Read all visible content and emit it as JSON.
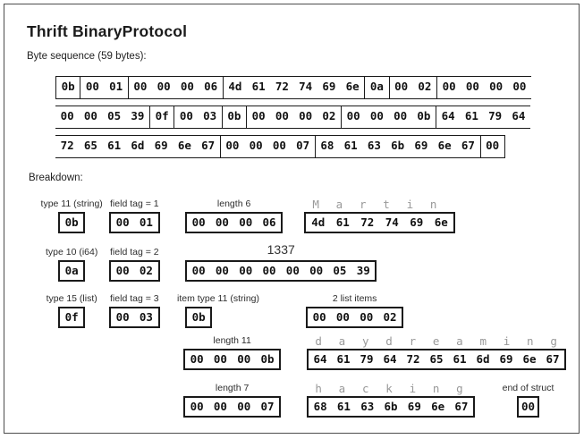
{
  "title": "Thrift BinaryProtocol",
  "byte_sequence": {
    "label": "Byte sequence (59 bytes):",
    "rows": [
      {
        "segments": [
          {
            "bytes": [
              "0b"
            ]
          },
          {
            "bytes": [
              "00",
              "01"
            ]
          },
          {
            "bytes": [
              "00",
              "00",
              "00",
              "06"
            ]
          },
          {
            "bytes": [
              "4d",
              "61",
              "72",
              "74",
              "69",
              "6e"
            ]
          },
          {
            "bytes": [
              "0a"
            ]
          },
          {
            "bytes": [
              "00",
              "02"
            ]
          },
          {
            "bytes": [
              "00",
              "00",
              "00",
              "00"
            ],
            "open_right": true
          }
        ]
      },
      {
        "segments": [
          {
            "bytes": [
              "00",
              "00",
              "05",
              "39"
            ],
            "open_left": true
          },
          {
            "bytes": [
              "0f"
            ]
          },
          {
            "bytes": [
              "00",
              "03"
            ]
          },
          {
            "bytes": [
              "0b"
            ]
          },
          {
            "bytes": [
              "00",
              "00",
              "00",
              "02"
            ]
          },
          {
            "bytes": [
              "00",
              "00",
              "00",
              "0b"
            ]
          },
          {
            "bytes": [
              "64",
              "61",
              "79",
              "64"
            ],
            "open_right": true
          }
        ]
      },
      {
        "segments": [
          {
            "bytes": [
              "72",
              "65",
              "61",
              "6d",
              "69",
              "6e",
              "67"
            ],
            "open_left": true
          },
          {
            "bytes": [
              "00",
              "00",
              "00",
              "07"
            ]
          },
          {
            "bytes": [
              "68",
              "61",
              "63",
              "6b",
              "69",
              "6e",
              "67"
            ]
          },
          {
            "bytes": [
              "00"
            ]
          }
        ]
      }
    ]
  },
  "breakdown": {
    "label": "Breakdown:",
    "groups": [
      {
        "id": "type-string",
        "label": "type 11 (string)",
        "bytes": [
          "0b"
        ]
      },
      {
        "id": "field-tag-1",
        "label": "field tag = 1",
        "bytes": [
          "00",
          "01"
        ]
      },
      {
        "id": "length-6",
        "label": "length 6",
        "bytes": [
          "00",
          "00",
          "00",
          "06"
        ]
      },
      {
        "id": "martin",
        "ascii": [
          "M",
          "a",
          "r",
          "t",
          "i",
          "n"
        ],
        "bytes": [
          "4d",
          "61",
          "72",
          "74",
          "69",
          "6e"
        ]
      },
      {
        "id": "type-i64",
        "label": "type 10 (i64)",
        "bytes": [
          "0a"
        ]
      },
      {
        "id": "field-tag-2",
        "label": "field tag = 2",
        "bytes": [
          "00",
          "02"
        ]
      },
      {
        "id": "value-1337",
        "label": "1337",
        "bytes": [
          "00",
          "00",
          "00",
          "00",
          "00",
          "00",
          "05",
          "39"
        ],
        "label_large": true
      },
      {
        "id": "type-list",
        "label": "type 15 (list)",
        "bytes": [
          "0f"
        ]
      },
      {
        "id": "field-tag-3",
        "label": "field tag = 3",
        "bytes": [
          "00",
          "03"
        ]
      },
      {
        "id": "item-type-string",
        "label": "item type 11 (string)",
        "bytes": [
          "0b"
        ],
        "label_align": "left"
      },
      {
        "id": "list-items-2",
        "label": "2 list items",
        "bytes": [
          "00",
          "00",
          "00",
          "02"
        ]
      },
      {
        "id": "length-11",
        "label": "length 11",
        "bytes": [
          "00",
          "00",
          "00",
          "0b"
        ]
      },
      {
        "id": "daydreaming",
        "ascii": [
          "d",
          "a",
          "y",
          "d",
          "r",
          "e",
          "a",
          "m",
          "i",
          "n",
          "g"
        ],
        "bytes": [
          "64",
          "61",
          "79",
          "64",
          "72",
          "65",
          "61",
          "6d",
          "69",
          "6e",
          "67"
        ]
      },
      {
        "id": "length-7",
        "label": "length 7",
        "bytes": [
          "00",
          "00",
          "00",
          "07"
        ]
      },
      {
        "id": "hacking",
        "ascii": [
          "h",
          "a",
          "c",
          "k",
          "i",
          "n",
          "g"
        ],
        "bytes": [
          "68",
          "61",
          "63",
          "6b",
          "69",
          "6e",
          "67"
        ]
      },
      {
        "id": "end-of-struct",
        "label": "end of struct",
        "bytes": [
          "00"
        ]
      }
    ]
  },
  "colors": {
    "background": "#ffffff",
    "border": "#1a1a1a",
    "frame": "#4d4d4d",
    "text": "#111111",
    "ascii_gray": "#999999"
  }
}
